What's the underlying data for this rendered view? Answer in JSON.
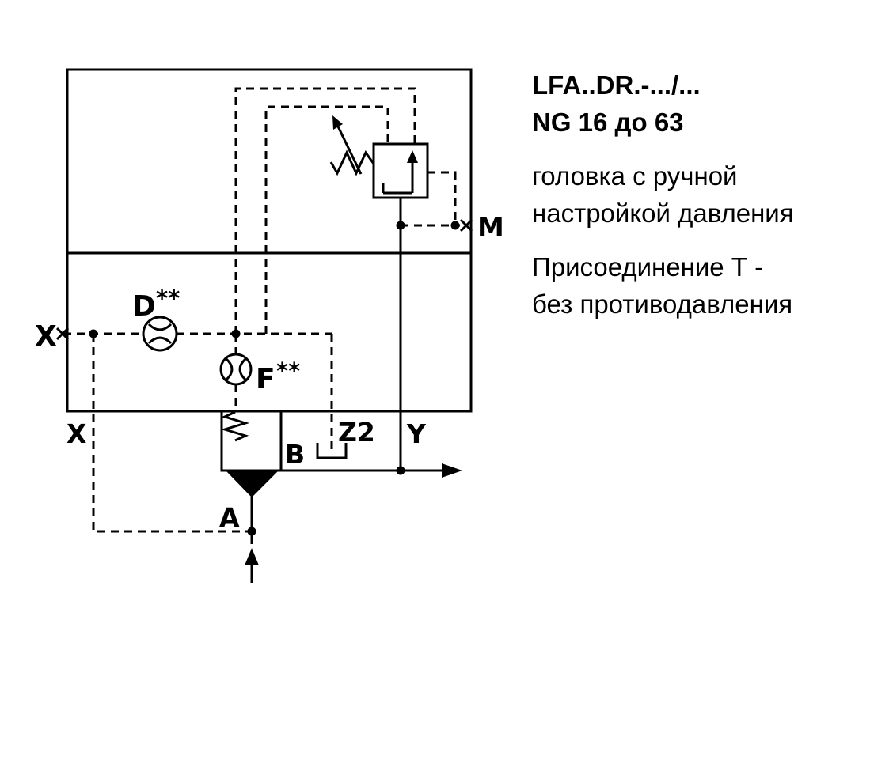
{
  "info_panel": {
    "model_line": "LFA..DR.-.../...",
    "size_line": "NG 16 до 63",
    "desc_line1": "головка с ручной",
    "desc_line2": "настройкой давления",
    "note_line1": "Присоединение Т -",
    "note_line2": "без противодавления"
  },
  "diagram": {
    "port_labels": {
      "x_side": "X",
      "x_bottom": "X",
      "a": "A",
      "b": "B",
      "y": "Y",
      "z2": "Z2",
      "m": "M"
    },
    "component_labels": {
      "orifice_d": "D",
      "orifice_d_stars": "**",
      "orifice_f": "F",
      "orifice_f_stars": "**"
    },
    "colors": {
      "line": "#000000",
      "background": "#ffffff"
    }
  }
}
